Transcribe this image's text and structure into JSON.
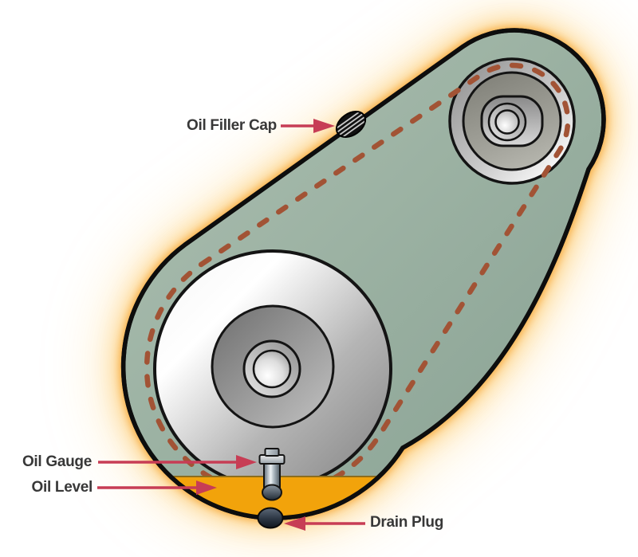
{
  "diagram": {
    "labels": {
      "oil_filler_cap": "Oil Filler Cap",
      "oil_gauge": "Oil Gauge",
      "oil_level": "Oil Level",
      "drain_plug": "Drain Plug"
    },
    "colors": {
      "background": "#ffffff",
      "housing_fill": "#9cb2a3",
      "housing_outline": "#0d0d0d",
      "oil_fill": "#f2a30b",
      "chain_dash": "#a25335",
      "arrow": "#c73d55",
      "label_text": "#383838",
      "glow": "#f9b54a"
    }
  }
}
